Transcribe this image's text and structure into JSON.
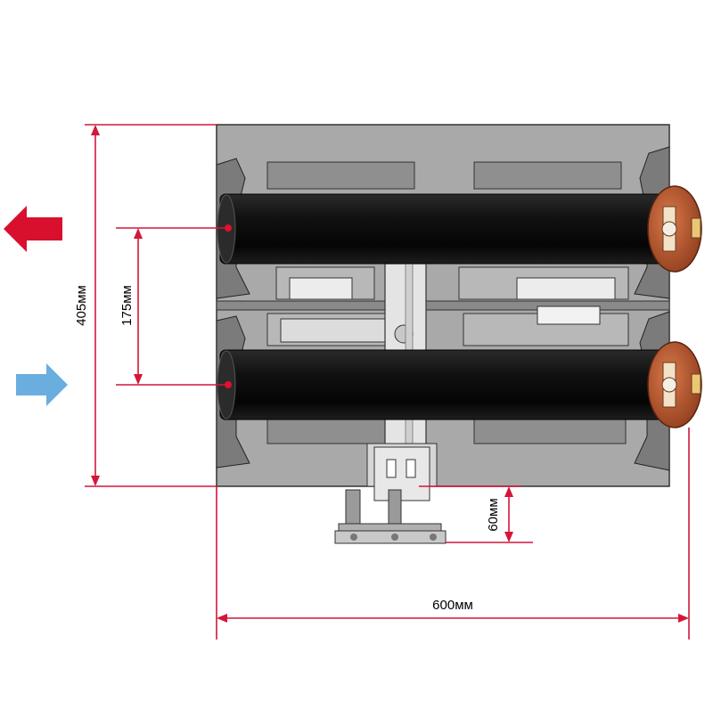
{
  "dimensions": {
    "overall_height": "405мм",
    "pipe_spacing": "175мм",
    "mount_height": "60мм",
    "overall_width": "600мм"
  },
  "icons": {
    "outlet_arrow": "arrow-left-red",
    "inlet_arrow": "arrow-right-blue"
  },
  "colors": {
    "dimension_line": "#d4163a",
    "outlet_arrow": "#d8102e",
    "inlet_arrow": "#6aaee0",
    "pipe": "#141414",
    "cap": "#b8552e",
    "frame": "#9a9a9a"
  }
}
